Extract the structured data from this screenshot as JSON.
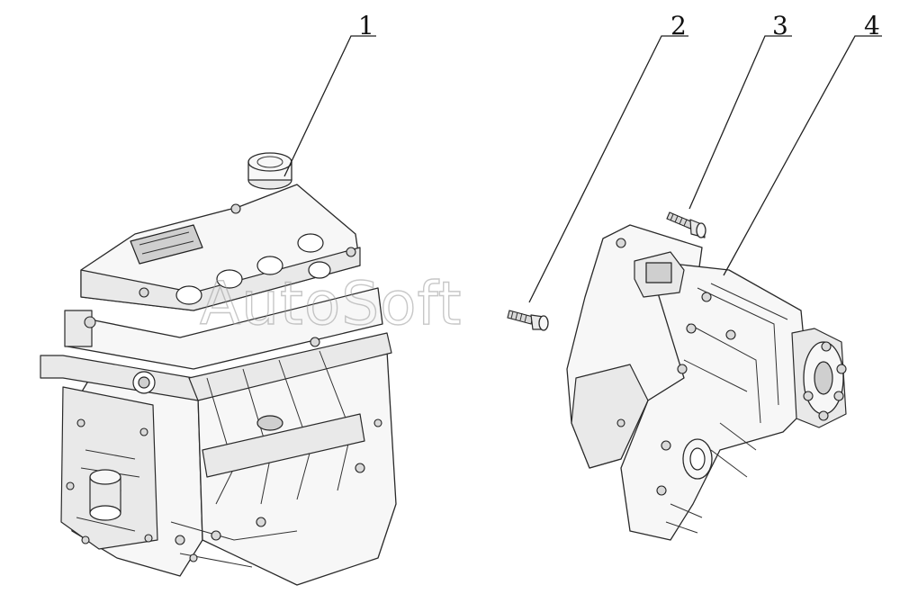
{
  "callouts": [
    {
      "id": "1",
      "label": "1"
    },
    {
      "id": "2",
      "label": "2"
    },
    {
      "id": "3",
      "label": "3"
    },
    {
      "id": "4",
      "label": "4"
    }
  ],
  "watermark": {
    "text": "AutoSoft"
  },
  "engine_label": {
    "line1": "",
    "line2": ""
  }
}
